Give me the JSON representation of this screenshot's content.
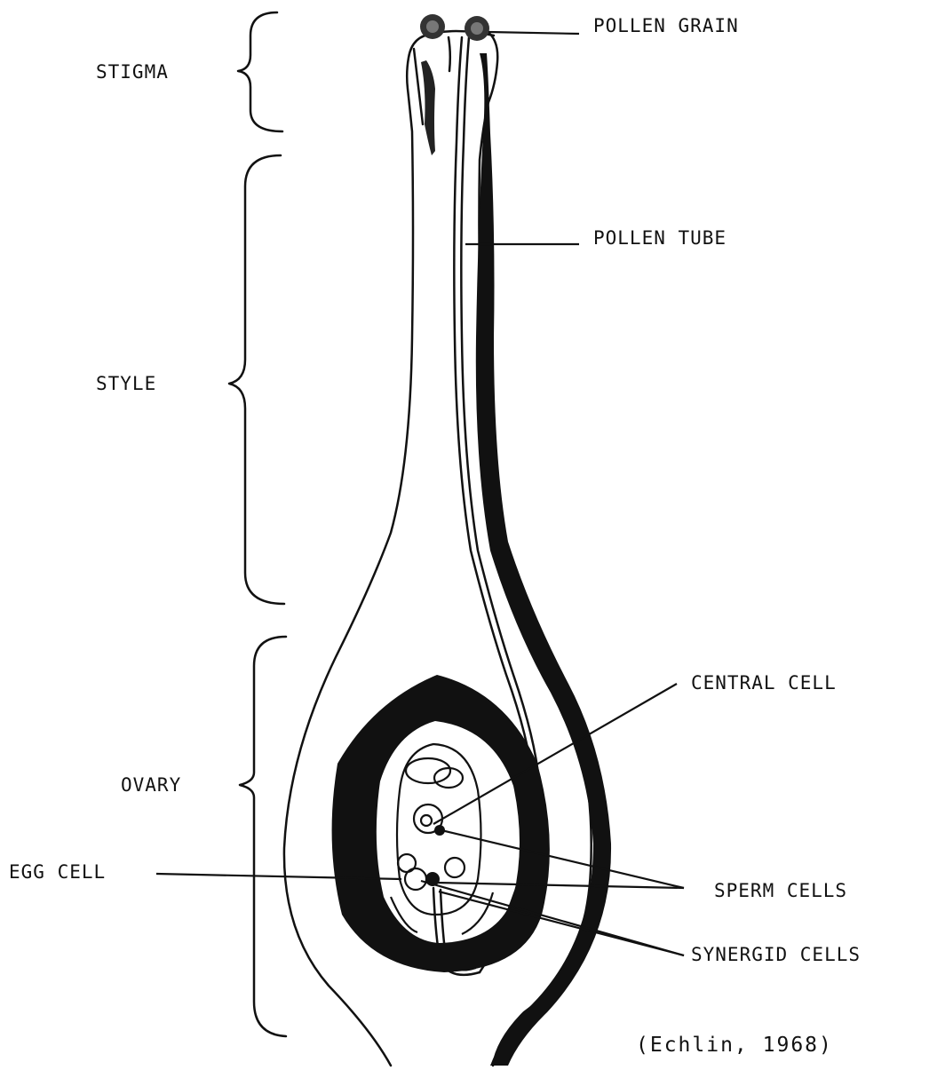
{
  "labels": {
    "stigma": "STIGMA",
    "style": "STYLE",
    "ovary": "OVARY",
    "egg_cell": "EGG CELL",
    "pollen_grain": "POLLEN GRAIN",
    "pollen_tube": "POLLEN TUBE",
    "central_cell": "CENTRAL CELL",
    "sperm_cells": "SPERM CELLS",
    "synergid_cells": "SYNERGID CELLS"
  },
  "citation": "(Echlin, 1968)",
  "colors": {
    "ink": "#111111",
    "background": "#ffffff"
  }
}
